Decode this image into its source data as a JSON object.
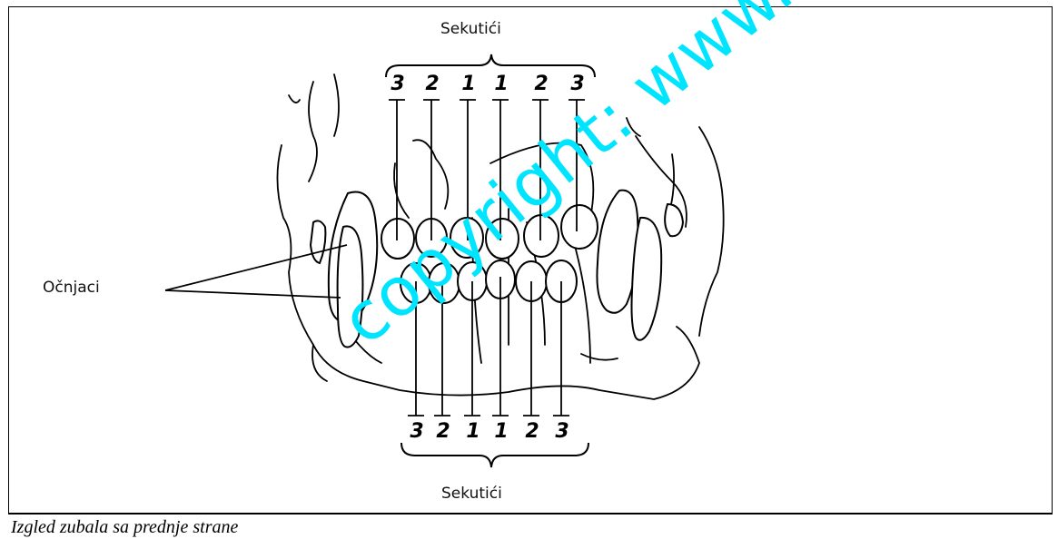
{
  "labels": {
    "incisors_top": "Sekutići",
    "incisors_bottom": "Sekutići",
    "canines": "Očnjaci"
  },
  "upper_numbers": [
    "3",
    "2",
    "1",
    "1",
    "2",
    "3"
  ],
  "lower_numbers": [
    "3",
    "2",
    "1",
    "1",
    "2",
    "3"
  ],
  "caption": "Izgled zubala sa prednje strane",
  "watermark": "copyright: www.kinoloska.com"
}
